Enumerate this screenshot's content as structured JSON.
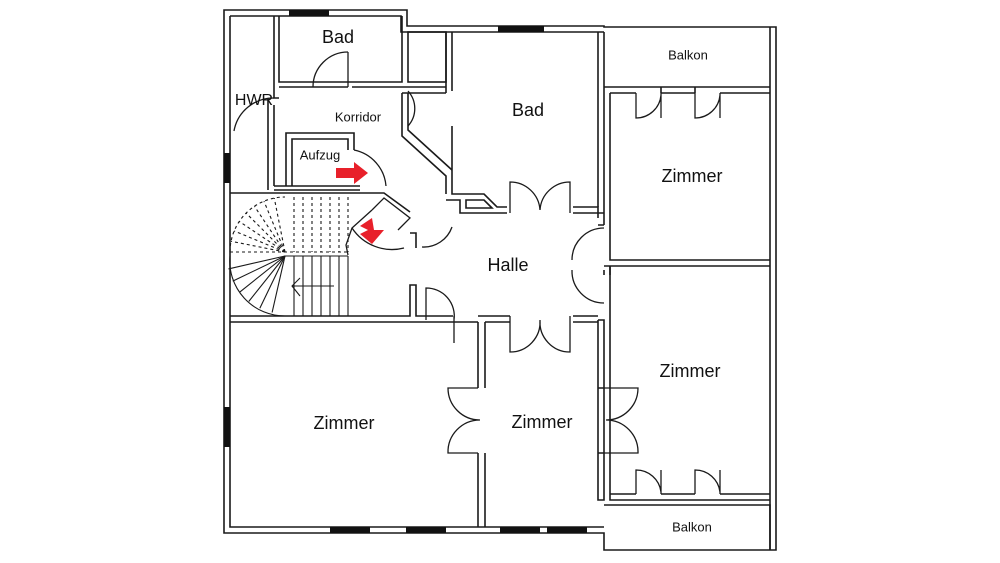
{
  "plan": {
    "title": "Grundriss",
    "accent_color": "#e8202a",
    "rooms": [
      {
        "id": "bad-1",
        "label": "Bad"
      },
      {
        "id": "hwr",
        "label": "HWR"
      },
      {
        "id": "korridor",
        "label": "Korridor"
      },
      {
        "id": "aufzug",
        "label": "Aufzug"
      },
      {
        "id": "bad-2",
        "label": "Bad"
      },
      {
        "id": "balkon-1",
        "label": "Balkon"
      },
      {
        "id": "zimmer-ne",
        "label": "Zimmer"
      },
      {
        "id": "halle",
        "label": "Halle"
      },
      {
        "id": "zimmer-e",
        "label": "Zimmer"
      },
      {
        "id": "zimmer-sw",
        "label": "Zimmer"
      },
      {
        "id": "zimmer-s",
        "label": "Zimmer"
      },
      {
        "id": "balkon-2",
        "label": "Balkon"
      }
    ],
    "markers": [
      {
        "id": "arrow-aufzug",
        "icon": "red-arrow-right"
      },
      {
        "id": "arrow-stairs",
        "icon": "red-arrow-down-right"
      }
    ],
    "stair_direction_icon": "arrow-left"
  }
}
